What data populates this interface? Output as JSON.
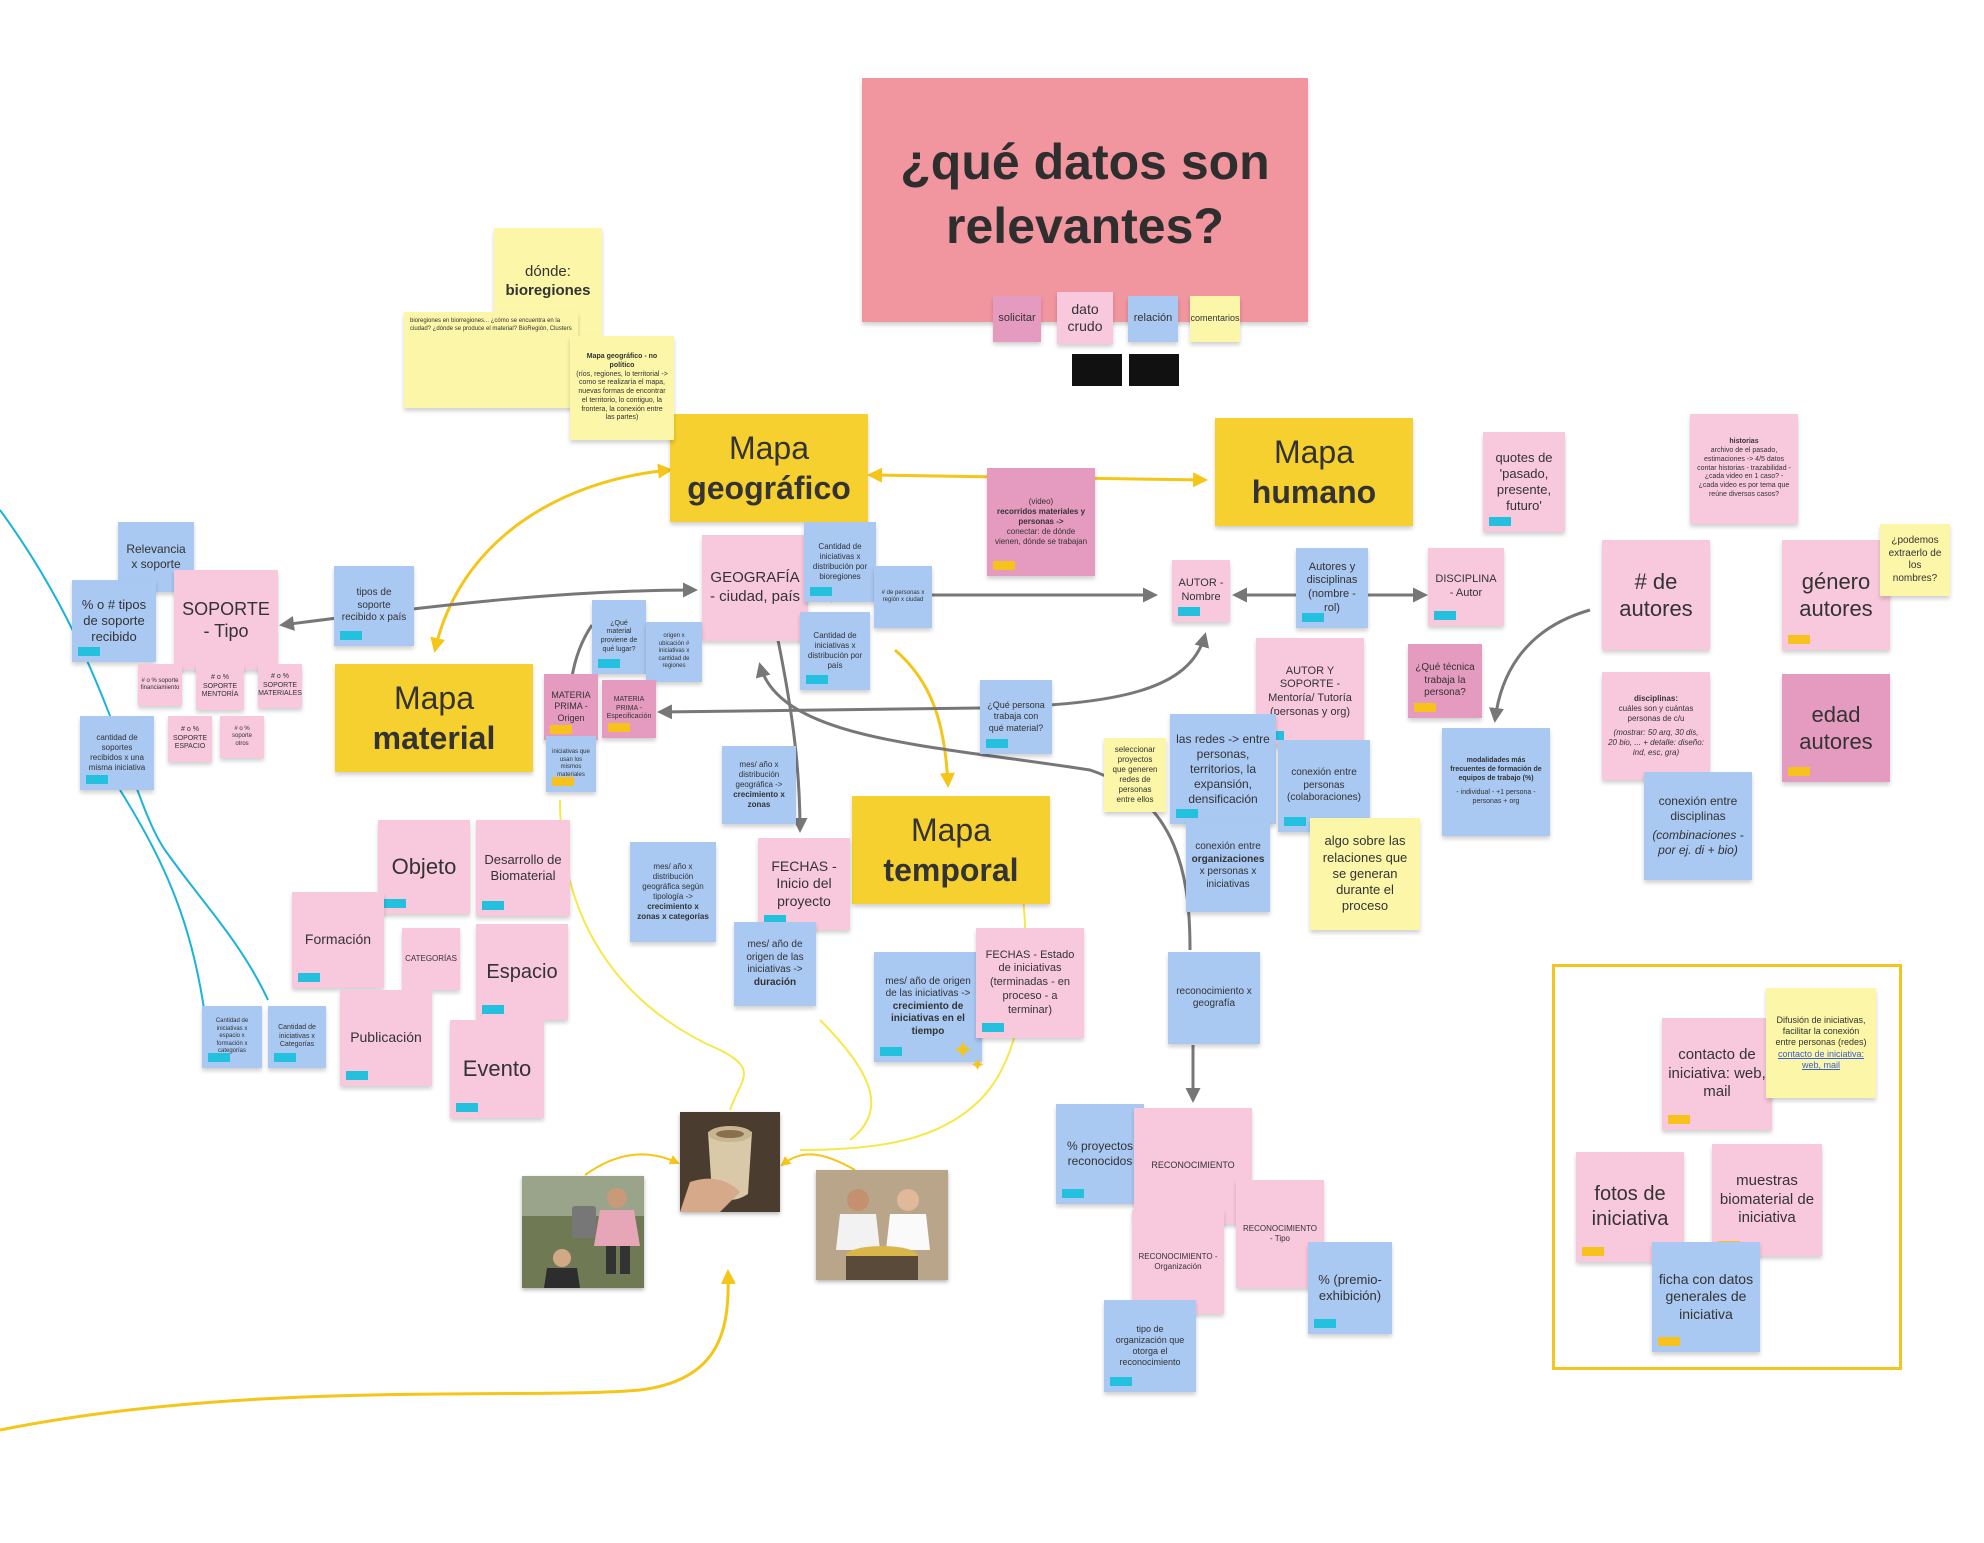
{
  "title": "¿qué datos son relevantes?",
  "legend": {
    "solicitar": "solicitar",
    "dato_crudo": "dato crudo",
    "relacion": "relación",
    "comentarios": "comentarios"
  },
  "maps": {
    "geografico_1": "Mapa",
    "geografico_2": "geográfico",
    "humano_1": "Mapa",
    "humano_2": "humano",
    "material_1": "Mapa",
    "material_2": "material",
    "temporal_1": "Mapa",
    "temporal_2": "temporal"
  },
  "notes": {
    "donde_1": "dónde:",
    "donde_2": "bioregiones",
    "bioregiones_info": "bioregiones en biorregiones... ¿cómo se encuentra en la ciudad? ¿dónde se produce el material? BioRegión, Clusters",
    "mapa_geo_no_politico": "Mapa geográfico - no político",
    "mapa_geo_no_politico_body": "(ríos, regiones, lo territorial -> como se realizaría el mapa, nuevas formas de encontrar el territorio, lo contiguo, la frontera, la conexión entre las partes)",
    "video_recorridos_1": "(video)",
    "video_recorridos_2": "recorridos materiales y personas ->",
    "video_recorridos_3": "conectar: de dónde vienen, dónde se trabajan",
    "relevancia_soporte": "Relevancia x soporte",
    "pct_tipos_soporte": "% o # tipos de soporte recibido",
    "soporte_tipo": "SOPORTE - Tipo",
    "tipos_soporte_recibido": "tipos de soporte recibido x país",
    "soporte_mentoria": "# o % SOPORTE MENTORÍA",
    "soporte_pequeno_1": "# o % soporte financiamiento",
    "soporte_materiales": "# o % SOPORTE MATERIALES",
    "soporte_espacio": "# o % SOPORTE ESPACIO",
    "soporte_pequeno_2": "# o % soporte otros",
    "cantidad_soportes": "cantidad de soportes recibidos x una misma iniciativa",
    "geografia": "GEOGRAFÍA - ciudad, país",
    "cantidad_bioregiones": "Cantidad de iniciativas x distribución por bioregiones",
    "cantidad_pais": "Cantidad de iniciativas x distribución por país",
    "personas_lugar": "# de personas x región x ciudad",
    "que_material": "¿Qué material proviene de qué lugar?",
    "origen_material": "origen x ubicación # iniciativas x cantidad de regiones",
    "materia_prima_origen": "MATERIA PRIMA - Origen",
    "materia_prima_especificacion": "MATERIA PRIMA - Especificación",
    "iniciativas_materiales": "iniciativas que usan los mismos materiales",
    "que_persona": "¿Qué persona trabaja con qué material?",
    "autor_nombre": "AUTOR - Nombre",
    "autores_disciplinas": "Autores y disciplinas (nombre - rol)",
    "disciplina_autor": "DISCIPLINA - Autor",
    "quotes": "quotes de 'pasado, presente, futuro'",
    "historias_title": "historias",
    "historias_body": "archivo de el pasado, estimaciones -> 4/5 datos contar historias - trazabilidad - ¿cada video en 1 caso? - ¿cada video es por tema que reúne diversos casos?",
    "num_autores": "# de autores",
    "genero_autores": "género autores",
    "podemos_extraer": "¿podemos extraerlo de los nombres?",
    "edad_autores": "edad autores",
    "autor_soporte": "AUTOR Y SOPORTE - Mentoría/ Tutoría (personas y org)",
    "que_tecnica": "¿Qué técnica trabaja la persona?",
    "disciplinas_title": "disciplinas:",
    "disciplinas_body": "cuáles son y cuántas personas de c/u",
    "disciplinas_body2": "(mostrar: 50 arq, 30 dis, 20 bio, ... + detalle: diseño: ind, esc, gra)",
    "modalidades_title": "modalidades más frecuentes de formación de equipos de trabajo (%)",
    "modalidades_body": "- individual - +1 persona - personas + org",
    "conexion_disciplinas_1": "conexión entre disciplinas",
    "conexion_disciplinas_2": "(combinaciones - por ej. di + bio)",
    "seleccionar_proyectos": "seleccionar proyectos que generen redes de personas entre ellos",
    "las_redes": "las redes -> entre personas, territorios, la expansión, densificación",
    "conexion_personas": "conexión entre personas (colaboraciones)",
    "conexion_organizaciones_1": "conexión entre",
    "conexion_organizaciones_2": "organizaciones",
    "conexion_organizaciones_3": "x personas x iniciativas",
    "algo_relaciones": "algo sobre las relaciones que se generan durante el proceso",
    "mes_anio_zonas_1": "mes/ año x distribución geográfica ->",
    "mes_anio_zonas_2": "crecimiento x zonas",
    "mes_anio_categorias_1": "mes/ año x distribución geográfica según tipología ->",
    "mes_anio_categorias_2": "crecimiento x zonas x categorías",
    "fechas_inicio": "FECHAS - Inicio del proyecto",
    "mes_anio_duracion_1": "mes/ año de origen de las iniciativas ->",
    "mes_anio_duracion_2": "duración",
    "mes_anio_crecimiento_1": "mes/ año de origen de las iniciativas ->",
    "mes_anio_crecimiento_2": "crecimiento de iniciativas en el tiempo",
    "fechas_estado": "FECHAS - Estado de iniciativas (terminadas - en proceso - a terminar)",
    "objeto": "Objeto",
    "desarrollo_biomaterial": "Desarrollo de Biomaterial",
    "formacion": "Formación",
    "categorias": "CATEGORÍAS",
    "espacio": "Espacio",
    "publicacion": "Publicación",
    "evento": "Evento",
    "cantidad_categorias_1": "Cantidad de iniciativas x espacio x formación x categorías",
    "cantidad_categorias_2": "Cantidad de iniciativas x Categorías",
    "reconocimiento_geografia": "reconocimiento x geografía",
    "pct_proyectos_reconocidos": "% proyectos reconocidos",
    "reconocimiento": "RECONOCIMIENTO",
    "reconocimiento_tipo": "RECONOCIMIENTO - Tipo",
    "reconocimiento_organizacion": "RECONOCIMIENTO - Organización",
    "pct_premio": "% (premio- exhibición)",
    "tipo_organizacion": "tipo de organización que otorga el reconocimiento",
    "contacto": "contacto de iniciativa: web, mail",
    "difusion_1": "Difusión de iniciativas, facilitar la conexión entre personas (redes)",
    "difusion_2": "contacto de iniciativa: web, mail",
    "fotos": "fotos de iniciativa",
    "muestras": "muestras biomaterial de iniciativa",
    "ficha": "ficha con datos generales de iniciativa"
  },
  "colors": {
    "pink": "#f8c9dc",
    "blue": "#a9c8f2",
    "yellow": "#fbf6a8",
    "magenta": "#e59bbf",
    "gold": "#f6d02f",
    "title": "#f1959f",
    "arrow_gray": "#777777",
    "arrow_yellow": "#f5c518",
    "line_cyan": "#1ab3d9",
    "line_yellow": "#f7e84a"
  },
  "icons": {
    "sparkle": "sparkle-icon"
  }
}
